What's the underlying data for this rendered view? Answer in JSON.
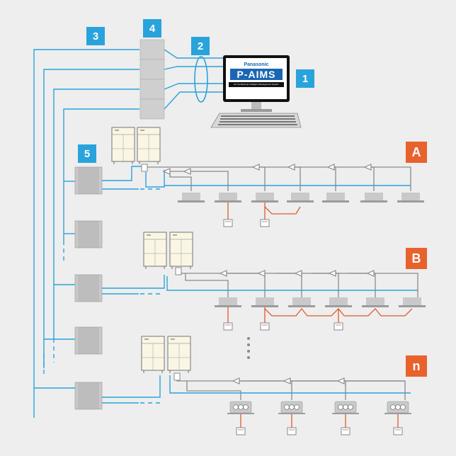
{
  "badges": {
    "b1": "1",
    "b2": "2",
    "b3": "3",
    "b4": "4",
    "b5": "5",
    "a": "A",
    "b": "B",
    "n": "n"
  },
  "monitor": {
    "brand": "Panasonic",
    "product": "P-AIMS",
    "tagline": "Air Conditioning Intelligent Management System"
  },
  "colors": {
    "background": "#eeeeee",
    "communication_line": "#29a3dc",
    "remote_wiring": "#e05a2b",
    "refrigerant_pipe": "#8a8a8a",
    "badge_blue": "#29a3dc",
    "badge_orange": "#e8622c"
  }
}
